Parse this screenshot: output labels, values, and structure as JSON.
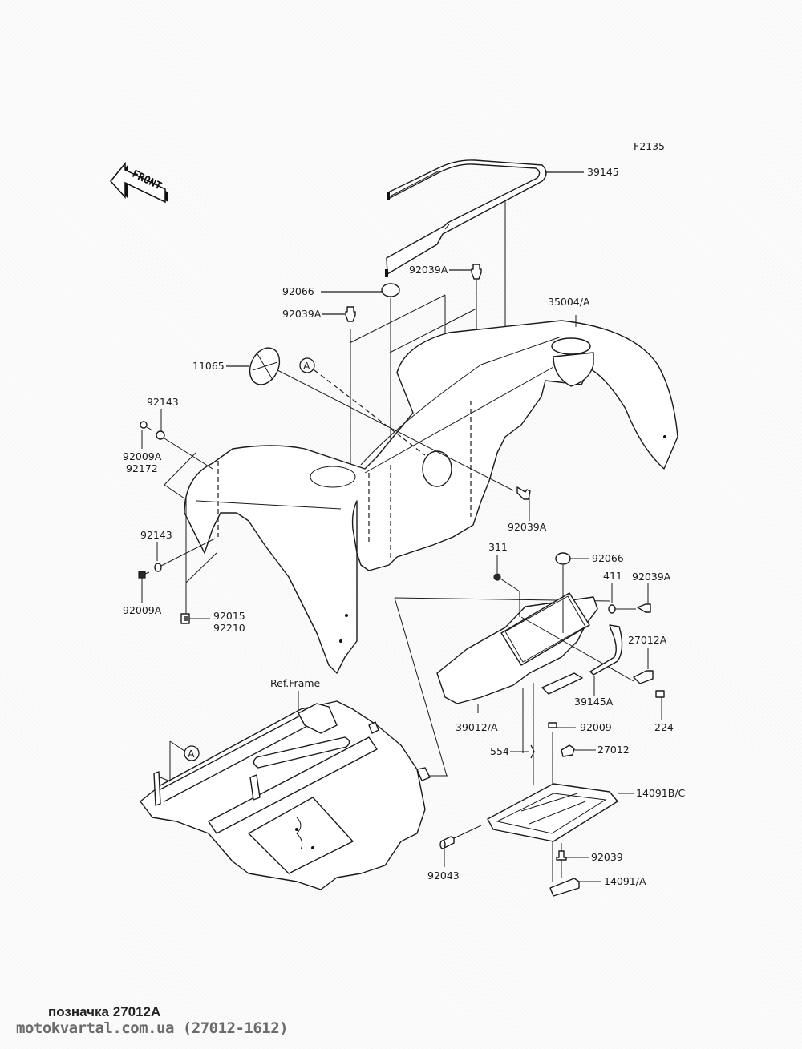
{
  "diagram": {
    "figure_code": "F2135",
    "direction_indicator": "FRONT",
    "reference_marker": "A",
    "reference_label": "Ref.Frame",
    "callouts": {
      "c39145": "39145",
      "c92039A_top": "92039A",
      "c92066_top": "92066",
      "c92039A_left": "92039A",
      "c35004A": "35004/A",
      "c11065": "11065",
      "c92143_top": "92143",
      "c92009A_top": "92009A",
      "c92172": "92172",
      "c92039A_right": "92039A",
      "c92143_low": "92143",
      "c92009A_low": "92009A",
      "c92015": "92015",
      "c92210": "92210",
      "c311": "311",
      "c92066_box": "92066",
      "c411": "411",
      "c92039A_box": "92039A",
      "c27012A": "27012A",
      "c39145A": "39145A",
      "c39012A": "39012/A",
      "c224": "224",
      "c92009": "92009",
      "c554": "554",
      "c27012": "27012",
      "c14091BC": "14091B/C",
      "c92039": "92039",
      "c92043": "92043",
      "c14091A": "14091/A"
    }
  },
  "footer": {
    "title": "позначка 27012A",
    "site": "motokvartal.com.ua (27012-1612)"
  }
}
